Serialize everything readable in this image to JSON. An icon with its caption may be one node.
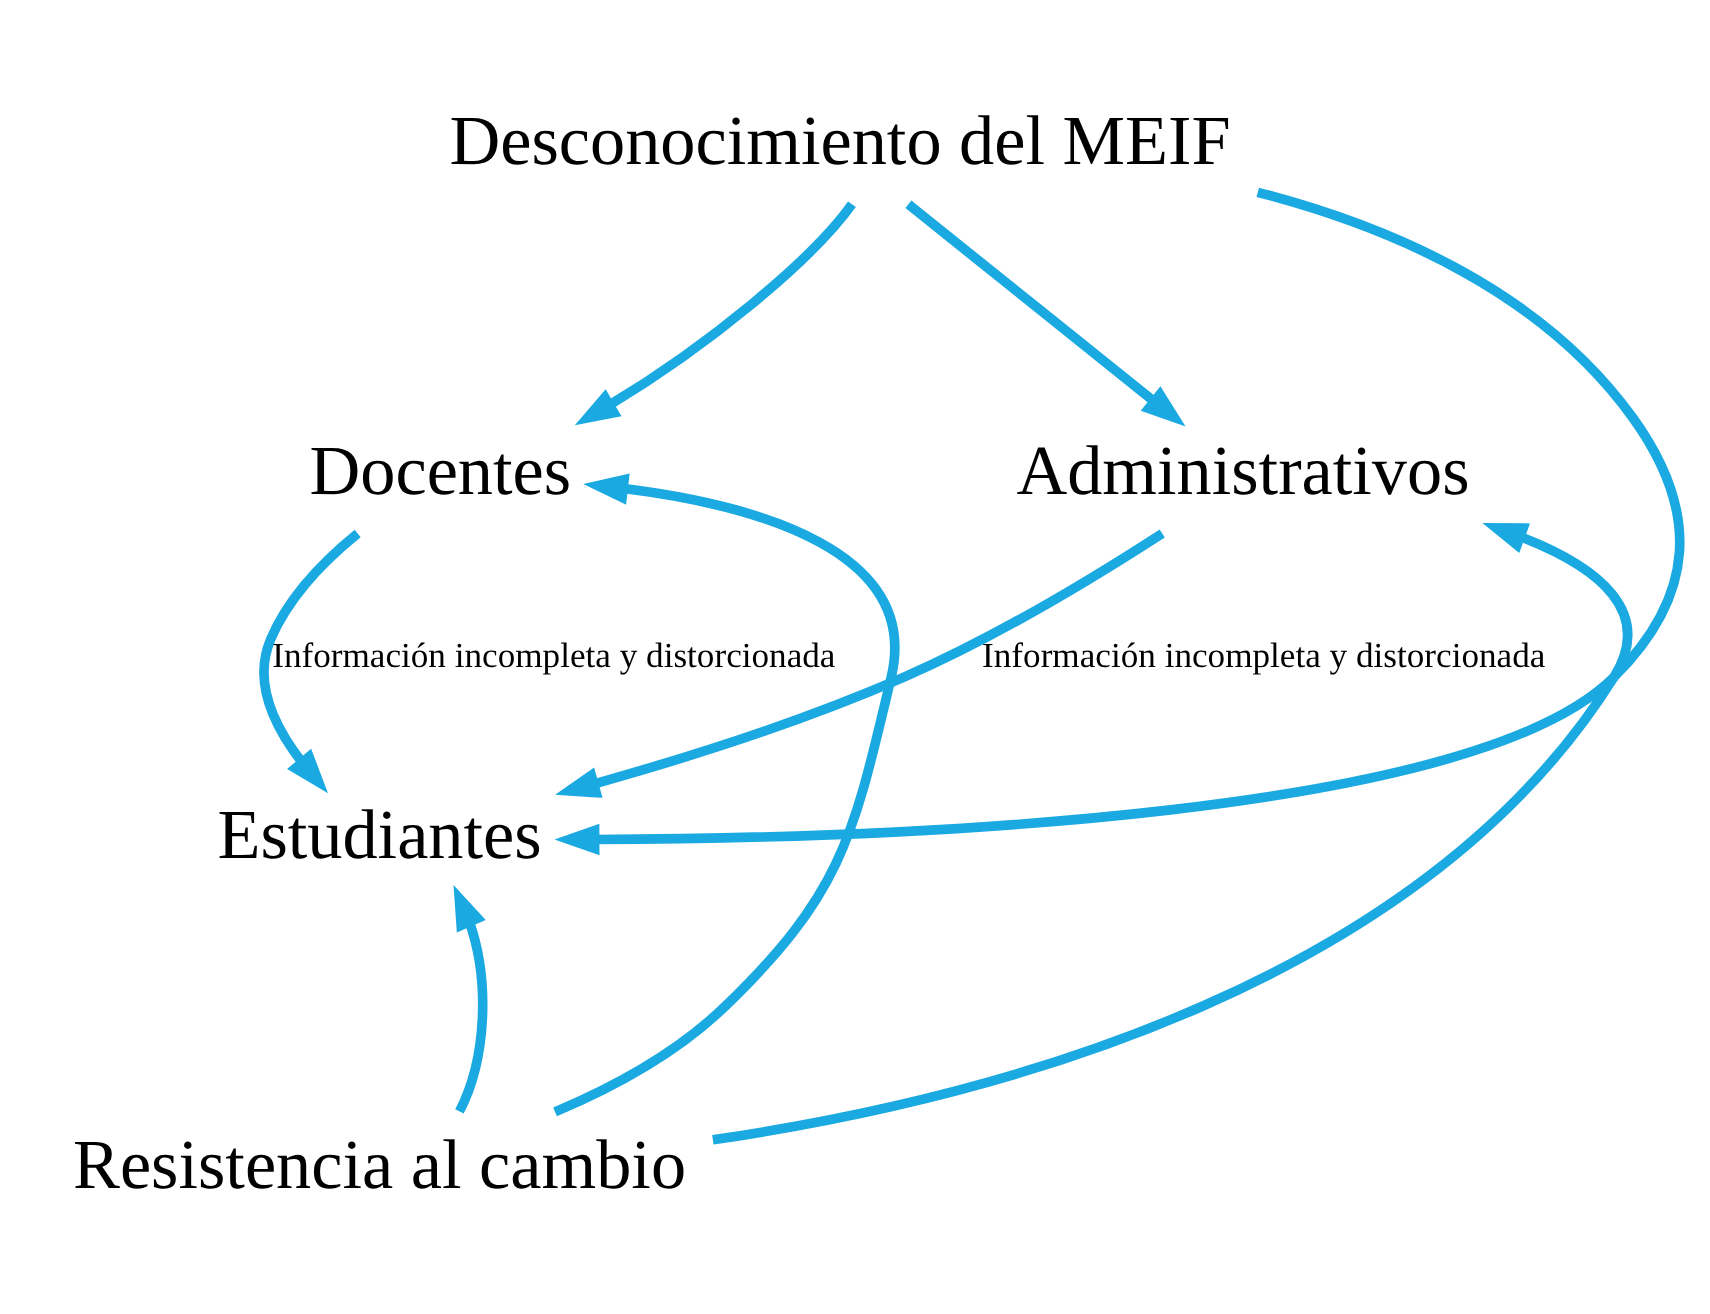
{
  "diagram": {
    "nodes": [
      {
        "text": [
          "Desconocimiento del MEIF"
        ]
      },
      {
        "text": [
          "Docentes"
        ]
      },
      {
        "text": [
          "Administrativos"
        ]
      },
      {
        "text": [
          "Estudiantes"
        ]
      },
      {
        "text": [
          "Resistencia al cambio"
        ]
      }
    ],
    "edges": [
      {
        "from": 0,
        "to": 1,
        "arrow": "to"
      },
      {
        "from": 0,
        "to": 3,
        "arrow": "to"
      },
      {
        "from": 0,
        "to": 2,
        "arrow": "to"
      },
      {
        "from": 1,
        "to": 3,
        "arrow": "to",
        "label": "Información incompleta y distorcionada"
      },
      {
        "from": 2,
        "to": 3,
        "arrow": "to",
        "label": "Información incompleta y distorcionada"
      },
      {
        "from": 4,
        "to": 1,
        "arrow": "to"
      },
      {
        "from": 4,
        "to": 3,
        "arrow": "to"
      },
      {
        "from": 4,
        "to": 2,
        "arrow": "to"
      }
    ]
  }
}
